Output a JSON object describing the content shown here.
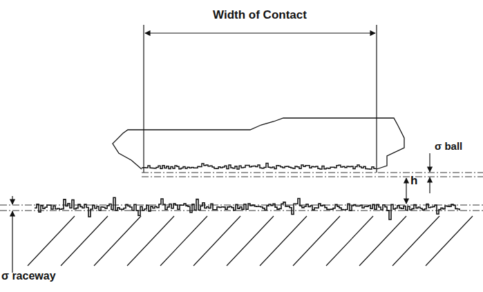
{
  "diagram": {
    "labels": [
      "Width of Contact",
      "σ ball",
      "h",
      "σ raceway"
    ]
  }
}
